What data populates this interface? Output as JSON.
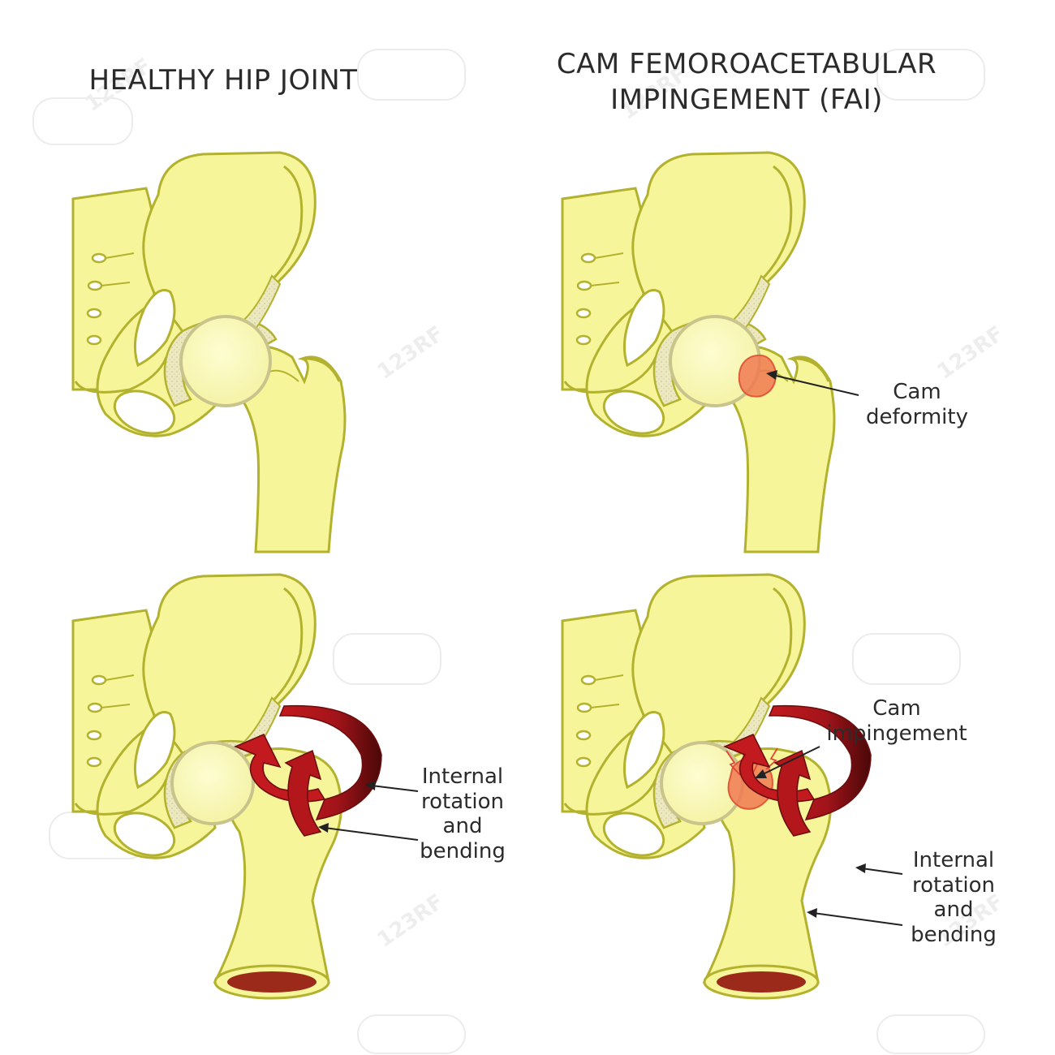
{
  "titles": {
    "healthy": "HEALTHY HIP JOINT",
    "cam_line1": "CAM FEMOROACETABULAR",
    "cam_line2": "IMPINGEMENT (FAI)"
  },
  "labels": {
    "cam_deformity": [
      "Cam",
      "deformity"
    ],
    "cam_impingement": [
      "Cam",
      "impingement"
    ],
    "internal_rotation_left": [
      "Internal",
      "rotation",
      "and",
      "bending"
    ],
    "internal_rotation_right": [
      "Internal",
      "rotation",
      "and",
      "bending"
    ]
  },
  "watermark": {
    "text": "123RF"
  },
  "colors": {
    "bone_fill": "#f7f59a",
    "bone_outline": "#b3b22e",
    "head_fill": "#fbfbc0",
    "cartilage": "#e6e2b8",
    "deformity": "#f07a52",
    "arrow_red": "#b3161b",
    "arrow_dark": "#5a0a0a",
    "marrow": "#9c2a1a",
    "spark": "#e2453a"
  },
  "icons": [
    "rotation-arrow-icon",
    "pointer-arrow-icon",
    "impingement-spark-icon"
  ]
}
